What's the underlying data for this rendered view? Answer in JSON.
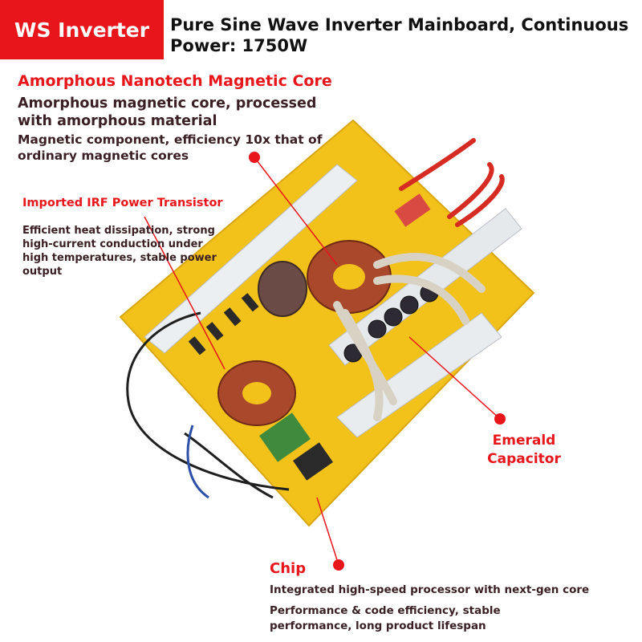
{
  "brand": {
    "label": "WS Inverter",
    "bg": "#e8161b"
  },
  "headline": {
    "text": "Pure Sine Wave Inverter Mainboard, Continuous Power: 1750W"
  },
  "core": {
    "title": "Amorphous Nanotech Magnetic Core",
    "line1": "Amorphous magnetic core, processed with amorphous material",
    "line2": "Magnetic component, efficiency 10x that of ordinary magnetic cores"
  },
  "irf": {
    "title": "Imported IRF Power Transistor",
    "desc": "Efficient heat dissipation, strong high-current conduction under high temperatures, stable power output"
  },
  "capacitor": {
    "label": "Emerald Capacitor"
  },
  "chip": {
    "title": "Chip",
    "line1": "Integrated high-speed processor with next-gen core",
    "line2": "Performance & code efficiency, stable performance, long product lifespan"
  },
  "colors": {
    "accent": "#e8161b",
    "board": "#f3c21a",
    "text": "#3a1f24"
  }
}
